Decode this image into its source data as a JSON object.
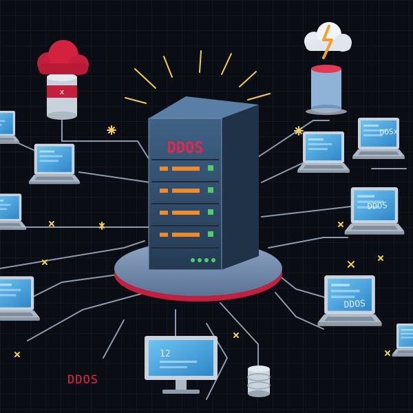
{
  "server": {
    "label": "DDOS"
  },
  "caption": "DDOS",
  "screens": {
    "top_right": "DOSx",
    "right_mid": "DDOS",
    "right_lower": "DDOS",
    "bottom_center": "12"
  },
  "cloud_marker": "x",
  "colors": {
    "background": "#0b0d14",
    "accent_red": "#e8244a",
    "screen_blue": "#4aa8e0",
    "server_body": "#33506f",
    "led_orange": "#f08a2a",
    "led_green": "#4ccf6a",
    "cable": "#8e9bab",
    "spark": "#f2d34a"
  },
  "icons": [
    "laptop-icon",
    "desktop-monitor-icon",
    "cloud-icon",
    "database-icon",
    "server-rack-icon",
    "spark-icon"
  ]
}
